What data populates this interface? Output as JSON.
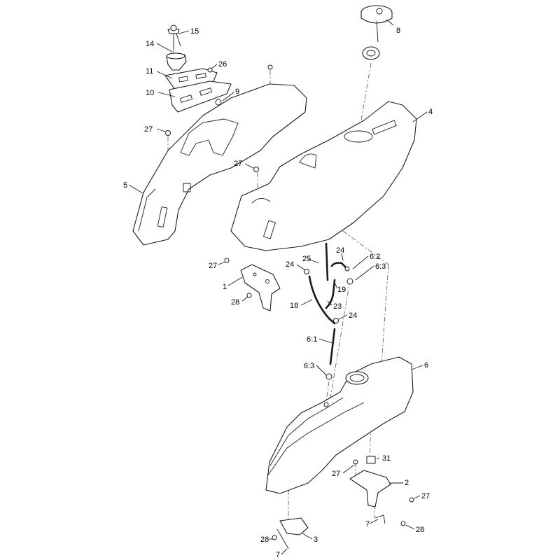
{
  "callouts": [
    {
      "id": "c15",
      "text": "15"
    },
    {
      "id": "c8",
      "text": "8"
    },
    {
      "id": "c14",
      "text": "14"
    },
    {
      "id": "c26",
      "text": "26"
    },
    {
      "id": "c11",
      "text": "11"
    },
    {
      "id": "c10",
      "text": "10"
    },
    {
      "id": "c9",
      "text": "9"
    },
    {
      "id": "c4",
      "text": "4"
    },
    {
      "id": "c27a",
      "text": "27"
    },
    {
      "id": "c27b",
      "text": "27"
    },
    {
      "id": "c5",
      "text": "5"
    },
    {
      "id": "c25",
      "text": "25"
    },
    {
      "id": "c24a",
      "text": "24"
    },
    {
      "id": "c62",
      "text": "6:2"
    },
    {
      "id": "c24b",
      "text": "24"
    },
    {
      "id": "c63a",
      "text": "6:3"
    },
    {
      "id": "c27c",
      "text": "27"
    },
    {
      "id": "c1",
      "text": "1"
    },
    {
      "id": "c19",
      "text": "19"
    },
    {
      "id": "c28a",
      "text": "28"
    },
    {
      "id": "c18",
      "text": "18"
    },
    {
      "id": "c23",
      "text": "23"
    },
    {
      "id": "c24c",
      "text": "24"
    },
    {
      "id": "c61",
      "text": "6:1"
    },
    {
      "id": "c63b",
      "text": "6:3"
    },
    {
      "id": "c6",
      "text": "6"
    },
    {
      "id": "c31",
      "text": "31"
    },
    {
      "id": "c27d",
      "text": "27"
    },
    {
      "id": "c2",
      "text": "2"
    },
    {
      "id": "c27e",
      "text": "27"
    },
    {
      "id": "c7a",
      "text": "7"
    },
    {
      "id": "c28b",
      "text": "28"
    },
    {
      "id": "c28c",
      "text": "28"
    },
    {
      "id": "c3",
      "text": "3"
    },
    {
      "id": "c7b",
      "text": "7"
    }
  ]
}
